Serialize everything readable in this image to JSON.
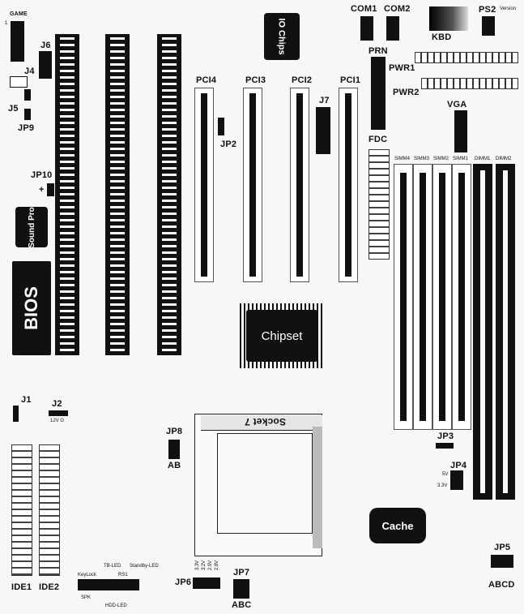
{
  "labels": {
    "game": "GAME",
    "j6": "J6",
    "j4": "J4",
    "j5": "J5",
    "jp9": "JP9",
    "jp10": "JP10",
    "plus": "+",
    "sound": "Sound Pro",
    "bios": "BIOS",
    "io": "IO Chips",
    "com1": "COM1",
    "com2": "COM2",
    "kbd": "KBD",
    "ps2": "PS2",
    "version": "Version",
    "prn": "PRN",
    "pwr1": "PWR1",
    "pwr2": "PWR2",
    "vga": "VGA",
    "pci4": "PCI4",
    "pci3": "PCI3",
    "pci2": "PCI2",
    "pci1": "PCI1",
    "jp2": "JP2",
    "j7": "J7",
    "fdc": "FDC",
    "simm4": "SIMM4",
    "simm3": "SIMM3",
    "simm2": "SIMM2",
    "simm1": "SIMM1",
    "dimm1": "DIMM1",
    "dimm2": "DIMM2",
    "chipset": "Chipset",
    "j1": "J1",
    "j2": "J2",
    "j2sub": "12V G",
    "jp8": "JP8",
    "ab": "AB",
    "socket": "Socket 7",
    "jp3": "JP3",
    "jp4": "JP4",
    "v5": "5V",
    "v33": "3.3V",
    "cache": "Cache",
    "jp5": "JP5",
    "abcd": "ABCD",
    "ide1": "IDE1",
    "ide2": "IDE2",
    "keylock": "KeyLock",
    "tbled": "TB-LED",
    "rs1": "RS1",
    "standby": "Standby-LED",
    "spk": "SPK",
    "hddled": "HDD-LED",
    "jp6": "JP6",
    "jp6volts": [
      "3.3V",
      "3.2V",
      "2.9V",
      "2.8V"
    ],
    "jp7": "JP7",
    "abc": "ABC",
    "one": "1"
  }
}
